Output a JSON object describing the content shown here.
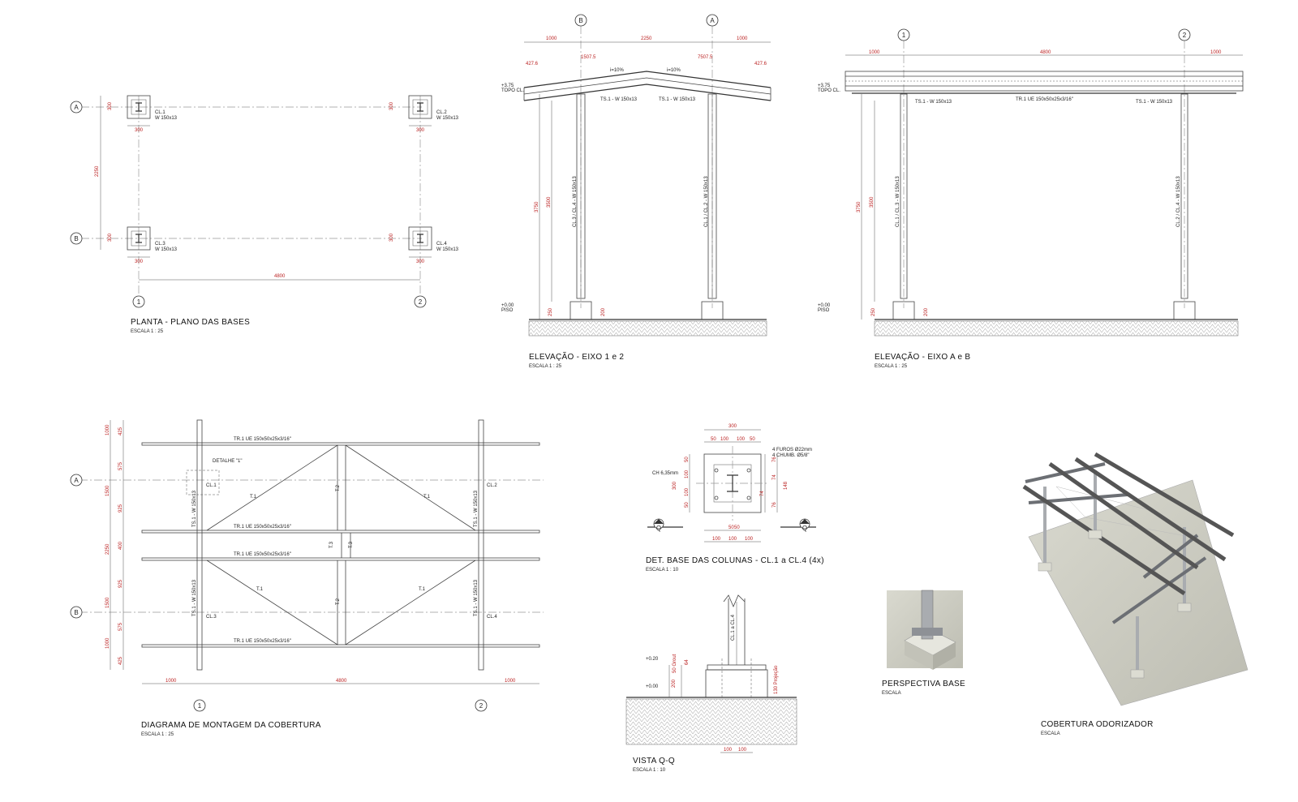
{
  "views": {
    "planta": {
      "title": "PLANTA - PLANO DAS BASES",
      "scale": "ESCALA  1 : 25",
      "columns": [
        {
          "name": "CL.1",
          "profile": "W 150x13"
        },
        {
          "name": "CL.2",
          "profile": "W 150x13"
        },
        {
          "name": "CL.3",
          "profile": "W 150x13"
        },
        {
          "name": "CL.4",
          "profile": "W 150x13"
        }
      ],
      "dims": {
        "plate": "300",
        "span_y": "2250",
        "span_x": "4800"
      }
    },
    "elev12": {
      "title": "ELEVAÇÃO - EIXO 1 e 2",
      "scale": "ESCALA  1 : 25",
      "top_dims": [
        "1000",
        "2250",
        "1000"
      ],
      "rafter_dims": [
        "427.6",
        "1507.5",
        "7507.5",
        "427.6"
      ],
      "slope": "i=10%",
      "level_top": "+3.75",
      "level_top_label": "TOPO CL.",
      "level_floor": "+0.00",
      "level_floor_label": "PISO",
      "beam_left": "TS.1 - W 150x13",
      "beam_right": "TS.1 - W 150x13",
      "col_left": "CL.3 / CL.4 - W 150x13",
      "col_right": "CL.1 / CL.2 - W 150x13",
      "height_total": "3750",
      "height_col": "3500",
      "base_h": "250",
      "base_h2": "200"
    },
    "elevAB": {
      "title": "ELEVAÇÃO - EIXO A e B",
      "scale": "ESCALA  1 : 25",
      "top_dims": [
        "1000",
        "4800",
        "1000"
      ],
      "level_top": "+3.75",
      "level_top_label": "TOPO CL.",
      "level_floor": "+0.00",
      "level_floor_label": "PISO",
      "beam_left": "TS.1 - W 150x13",
      "beam_right": "TS.1 - W 150x13",
      "purlin": "TR.1 UE 150x50x25x3/16\"",
      "col_left": "CL.1 / CL.3 - W 150x13",
      "col_right": "CL.2 / CL.4 - W 150x13",
      "height_total": "3750",
      "height_col": "3500",
      "base_h": "250",
      "base_h2": "200"
    },
    "diagrama": {
      "title": "DIAGRAMA DE MONTAGEM DA COBERTURA",
      "scale": "ESCALA  1 : 25",
      "purlin": "TR.1 UE 150x50x25x3/16\"",
      "rafter": "TS.1 - W 150x13",
      "brace": "T.1",
      "tie": "T.2",
      "strut": "T.3",
      "detail": "DETALHE \"1\"",
      "columns": [
        "CL.1",
        "CL.2",
        "CL.3",
        "CL.4"
      ],
      "left_dims": [
        "425",
        "575",
        "925",
        "400",
        "925",
        "575",
        "425"
      ],
      "left_dims2": [
        "1000",
        "1500",
        "2250",
        "1500",
        "1000"
      ],
      "bottom_dims": [
        "1000",
        "4800",
        "1000"
      ]
    },
    "detbase": {
      "title": "DET. BASE DAS COLUNAS - CL.1 a CL.4 (4x)",
      "scale": "ESCALA  1 : 10",
      "plate": "300",
      "top_dims": [
        "50",
        "100",
        "100",
        "50"
      ],
      "right_dims": [
        "76",
        "74",
        "74",
        "76"
      ],
      "right_total": "148",
      "left_dims": [
        "50",
        "100",
        "100",
        "50"
      ],
      "left_total": "300",
      "bottom_dims": [
        "100",
        "100",
        "100"
      ],
      "bottom_dims2": [
        "50",
        "50"
      ],
      "holes": "4 FUROS Ø22mm",
      "anchors": "4 CHUMB. Ø5/8\"",
      "plate_thk": "CH 6,35mm",
      "section": "Q"
    },
    "vista": {
      "title": "VISTA Q-Q",
      "scale": "ESCALA  1 : 10",
      "level_1": "+0.20",
      "level_2": "+0.00",
      "col": "CL.1 a CL.4",
      "grout": "50 Grout",
      "projection": "130 Projeção",
      "dims_left": [
        "200",
        "64"
      ],
      "bottom_dims": [
        "100",
        "100"
      ]
    },
    "persp_base": {
      "title": "PERSPECTIVA BASE",
      "scale": "ESCALA"
    },
    "cobertura": {
      "title": "COBERTURA ODORIZADOR",
      "scale": "ESCALA"
    }
  },
  "axes": {
    "a": "A",
    "b": "B",
    "one": "1",
    "two": "2"
  },
  "colors": {
    "line": "#444444",
    "dimension": "#b22222",
    "grid": "#999999",
    "concrete": "#c9c9bf"
  }
}
